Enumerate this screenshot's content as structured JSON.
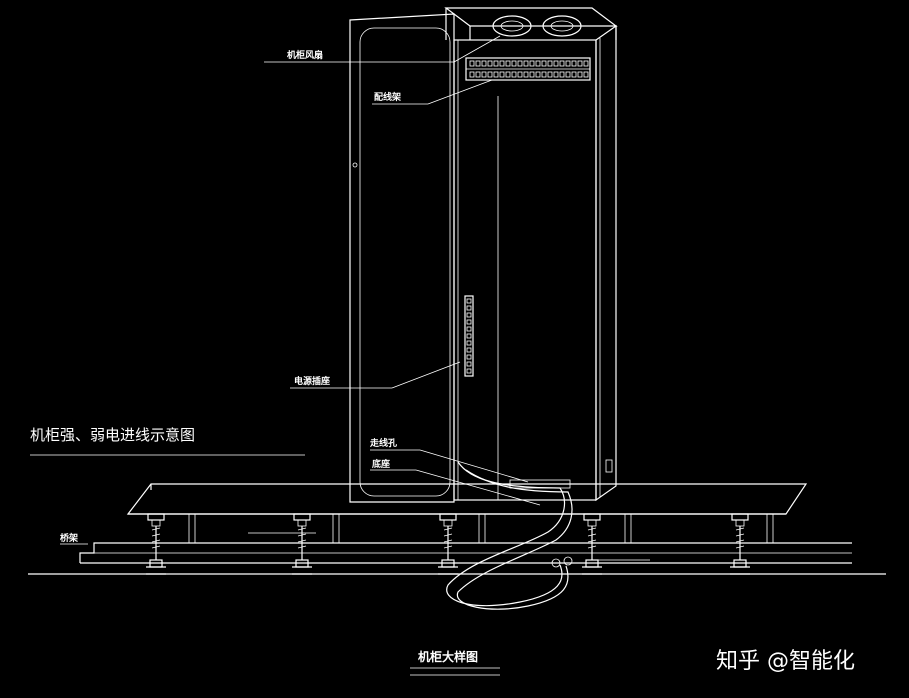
{
  "labels": {
    "fan": "机柜风扇",
    "patch_panel": "配线架",
    "power_strip": "电源插座",
    "cable_hole": "走线孔",
    "base": "底座",
    "bracket": "桥架"
  },
  "side_title": "机柜强、弱电进线示意图",
  "caption": "机柜大样图",
  "watermark": "知乎 @智能化"
}
